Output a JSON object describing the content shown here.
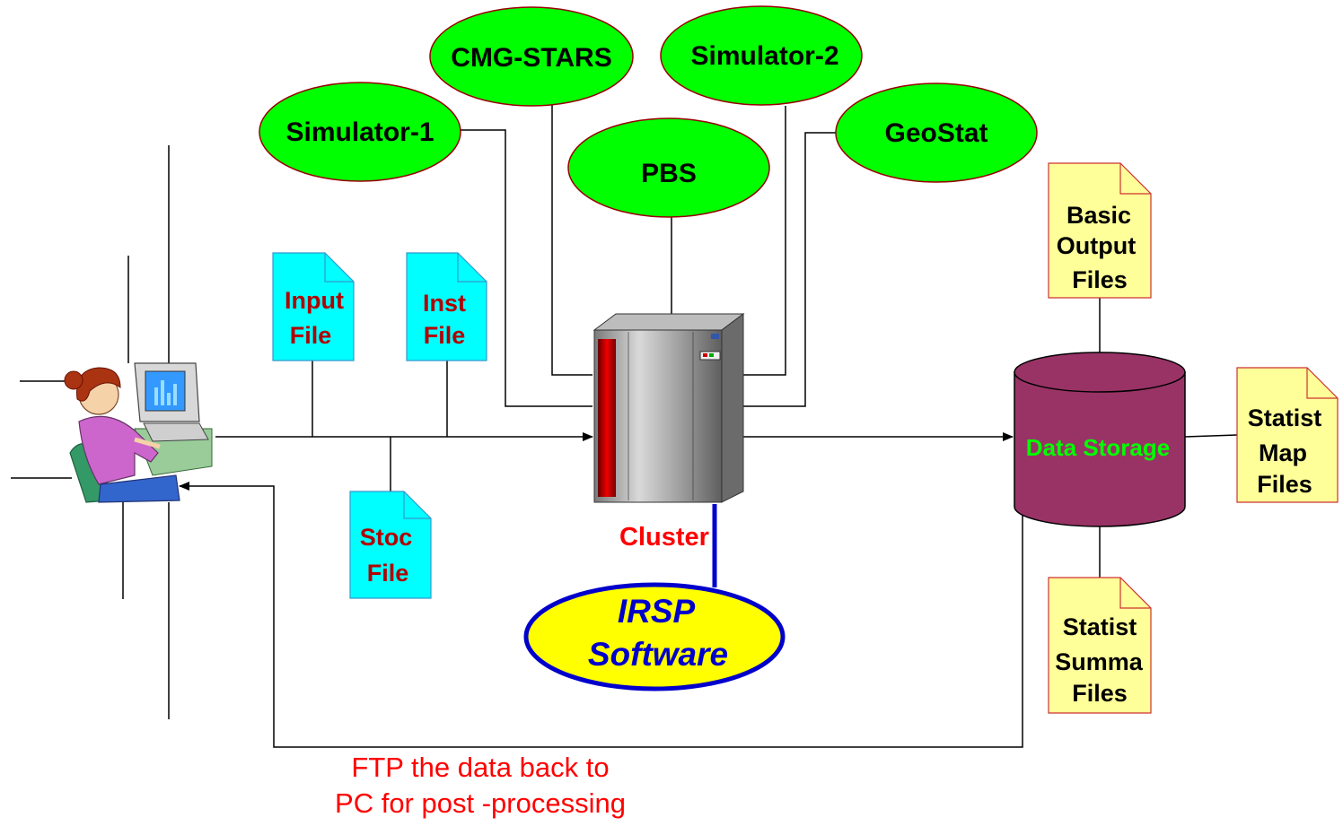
{
  "simulators": {
    "cmg_stars": "CMG-STARS",
    "simulator2": "Simulator-2",
    "simulator1": "Simulator-1",
    "pbs": "PBS",
    "geostat": "GeoStat"
  },
  "files": {
    "input": [
      "Input",
      "File"
    ],
    "inst": [
      "Inst",
      "File"
    ],
    "stoc": [
      "Stoc",
      "File"
    ],
    "basic_output": [
      "Basic",
      "Output",
      "Files"
    ],
    "statist_map": [
      "Statist",
      "Map",
      "Files"
    ],
    "statist_summa": [
      "Statist",
      "Summa",
      "Files"
    ]
  },
  "cluster_label": "Cluster",
  "software": [
    "IRSP",
    "Software"
  ],
  "storage_label": "Data Storage",
  "ftp_caption": [
    "FTP the data back to",
    "PC for post -processing"
  ],
  "colors": {
    "ellipse_fill": "#00ff00",
    "ellipse_stroke": "#990000",
    "doc_cyan": "#00ffff",
    "doc_yellow": "#ffff99",
    "storage_fill": "#993366",
    "storage_text": "#00ff00",
    "software_fill": "#ffff00",
    "software_stroke": "#0000cc",
    "cluster_text": "#ff0000"
  },
  "icons": {
    "user": "user-at-computer-icon",
    "cluster": "server-cabinet-icon"
  }
}
